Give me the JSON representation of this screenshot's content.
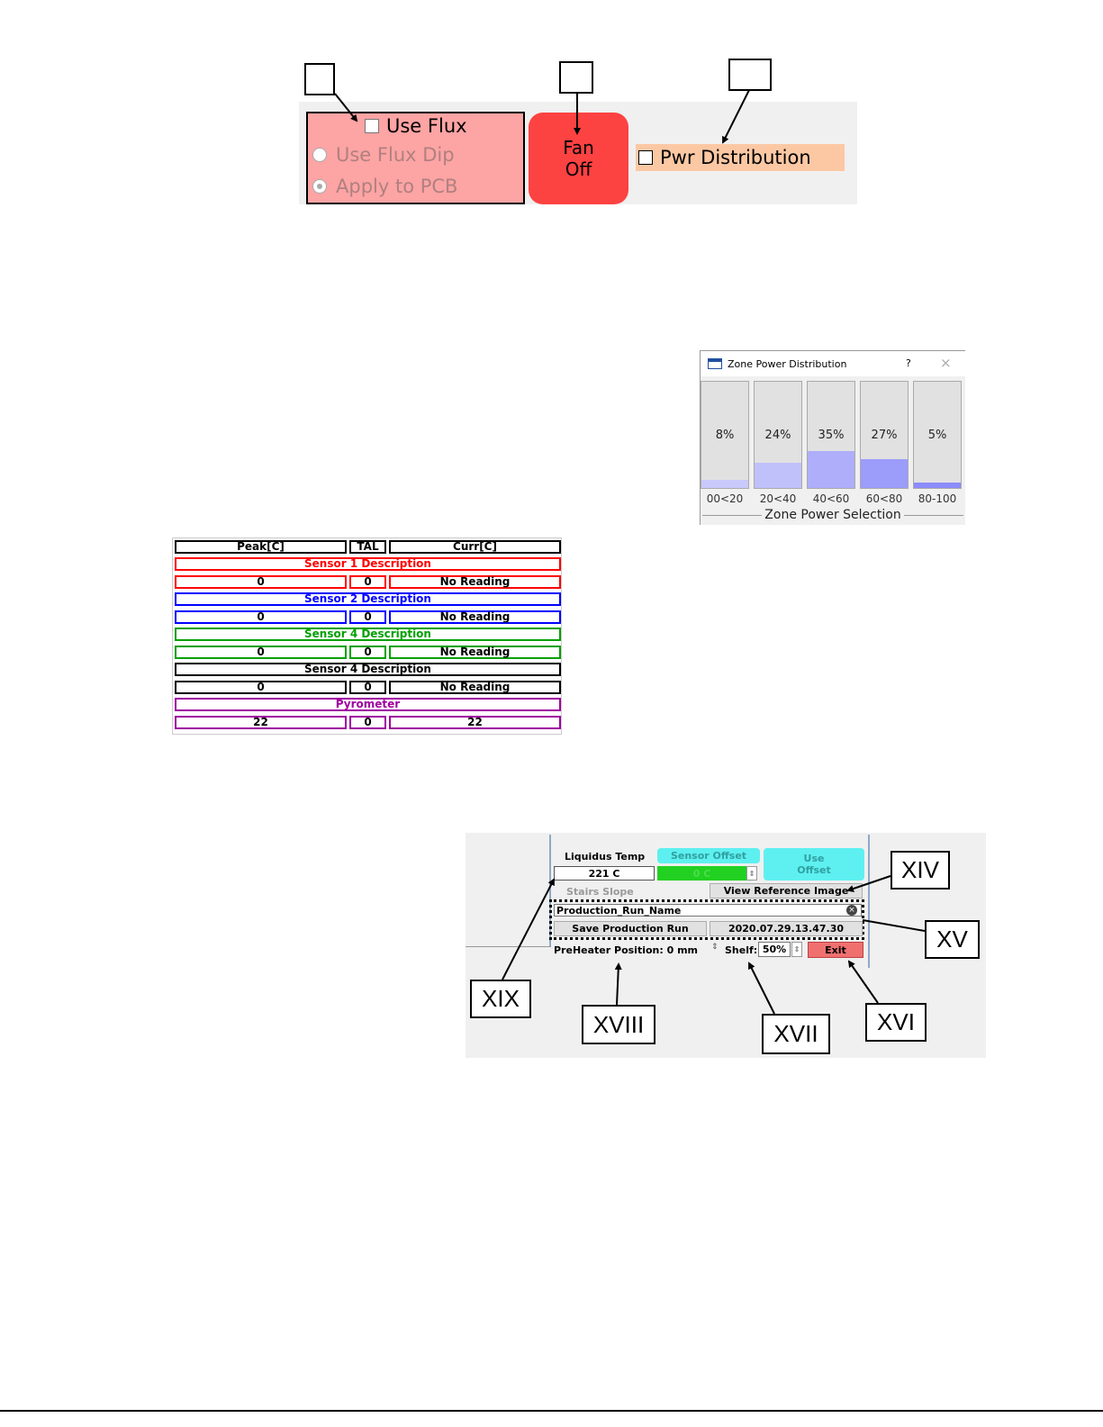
{
  "panel1": {
    "use_flux": "Use Flux",
    "use_flux_dip": "Use Flux Dip",
    "apply_to_pcb": "Apply to PCB",
    "fan_line1": "Fan",
    "fan_line2": "Off",
    "pwr_distribution": "Pwr Distribution",
    "colors": {
      "flux_group": "#fda4a4",
      "fan_button": "#fd4242",
      "pwr_highlight": "#fcc8a4"
    }
  },
  "zone_dialog": {
    "title": "Zone Power Distribution",
    "help": "?",
    "close": "×",
    "zones": [
      {
        "percent_label": "8%",
        "range": "00<20",
        "level": 0.08,
        "color": "#c9c9fb"
      },
      {
        "percent_label": "24%",
        "range": "20<40",
        "level": 0.24,
        "color": "#c0c0fb"
      },
      {
        "percent_label": "35%",
        "range": "40<60",
        "level": 0.35,
        "color": "#aeaefb"
      },
      {
        "percent_label": "27%",
        "range": "60<80",
        "level": 0.27,
        "color": "#9c9cfb"
      },
      {
        "percent_label": "5%",
        "range": "80-100",
        "level": 0.05,
        "color": "#8c8cfb"
      }
    ],
    "group_label": "Zone Power Selection"
  },
  "sensor_table": {
    "headers": [
      "Peak[C]",
      "TAL",
      "Curr[C]"
    ],
    "sensors": [
      {
        "description": "Sensor 1 Description",
        "peak": "0",
        "tal": "0",
        "curr": "No Reading",
        "color": "#ff0000"
      },
      {
        "description": "Sensor 2 Description",
        "peak": "0",
        "tal": "0",
        "curr": "No Reading",
        "color": "#0000ff"
      },
      {
        "description": "Sensor 4 Description",
        "peak": "0",
        "tal": "0",
        "curr": "No Reading",
        "color": "#00a000"
      },
      {
        "description": "Sensor 4 Description",
        "peak": "0",
        "tal": "0",
        "curr": "No Reading",
        "color": "#000000"
      },
      {
        "description": "Pyrometer",
        "peak": "22",
        "tal": "0",
        "curr": "22",
        "color": "#a000a0"
      }
    ]
  },
  "panel3": {
    "liquidus_label": "Liquidus Temp",
    "liquidus_value": "221 C",
    "sensor_offset_label": "Sensor Offset",
    "sensor_offset_value": "0 C",
    "use_offset_line1": "Use",
    "use_offset_line2": "Offset",
    "stairs_slope": "Stairs Slope",
    "view_reference": "View Reference Image",
    "run_name": "Production_Run_Name",
    "save_run": "Save Production Run",
    "timestamp": "2020.07.29.13.47.30",
    "preheater": "PreHeater Position:  0 mm",
    "shelf_label": "Shelf:",
    "shelf_value": "50%",
    "exit": "Exit",
    "colors": {
      "cyan": "#5ef0f0",
      "green": "#22d022",
      "exit": "#f07070"
    }
  },
  "callouts": {
    "xiv": "XIV",
    "xv": "XV",
    "xvi": "XVI",
    "xvii": "XVII",
    "xviii": "XVIII",
    "xix": "XIX"
  }
}
